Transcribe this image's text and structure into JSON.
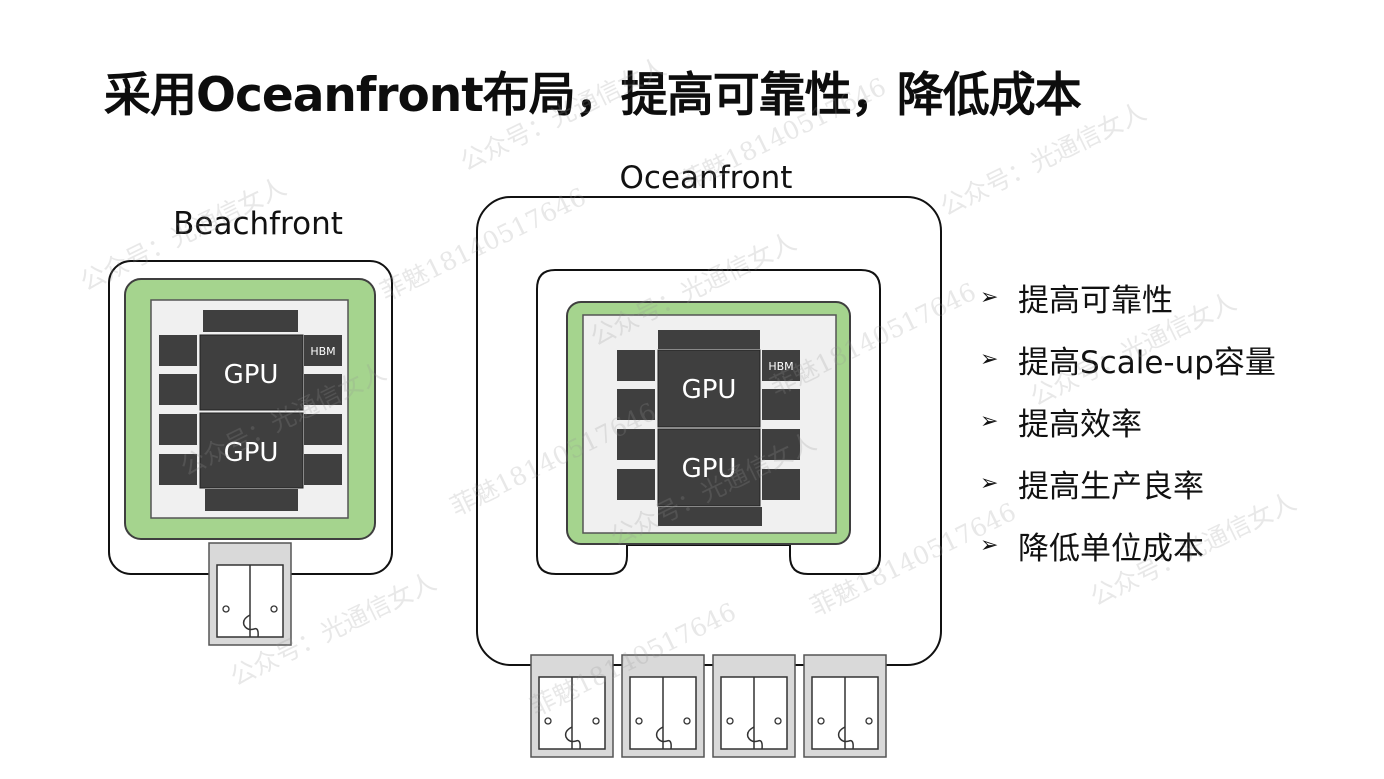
{
  "title": "采用Oceanfront布局，提高可靠性，降低成本",
  "left_panel": {
    "label": "Beachfront",
    "gpu_labels": [
      "GPU",
      "GPU"
    ],
    "hbm_label": "HBM"
  },
  "right_panel": {
    "label": "Oceanfront",
    "gpu_labels": [
      "GPU",
      "GPU"
    ],
    "hbm_label": "HBM"
  },
  "bullets": [
    "提高可靠性",
    "提高Scale-up容量",
    "提高效率",
    "提高生产良率",
    "降低单位成本"
  ],
  "bullet_marker": "➢",
  "watermark_texts": [
    "公众号：光通信女人",
    "菲魅18140517646"
  ],
  "colors": {
    "green_ring": "#a5d48e",
    "green_ring_border": "#3f3f3f",
    "chip_dark": "#3f3f3f",
    "substrate_light": "#f0f0f0",
    "connector_gray": "#d9d9d9"
  }
}
